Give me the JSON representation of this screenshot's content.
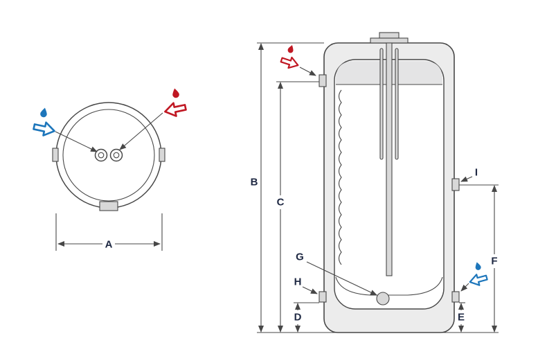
{
  "diagram": {
    "type": "technical-dimension-diagram",
    "subject": "hot-water-cylinder",
    "labels": {
      "A": "A",
      "B": "B",
      "C": "C",
      "D": "D",
      "E": "E",
      "F": "F",
      "G": "G",
      "H": "H",
      "I": "I"
    },
    "icons": {
      "hot_outlet": "hot-water-flow-arrow-icon",
      "cold_inlet": "cold-water-flow-arrow-icon"
    },
    "colors": {
      "hot": "#c01823",
      "cold": "#1d76bb",
      "line": "#474747",
      "label": "#202a44",
      "shell": "#ececec",
      "band": "#e4e4e5",
      "fitting": "#d8d8d8"
    }
  }
}
